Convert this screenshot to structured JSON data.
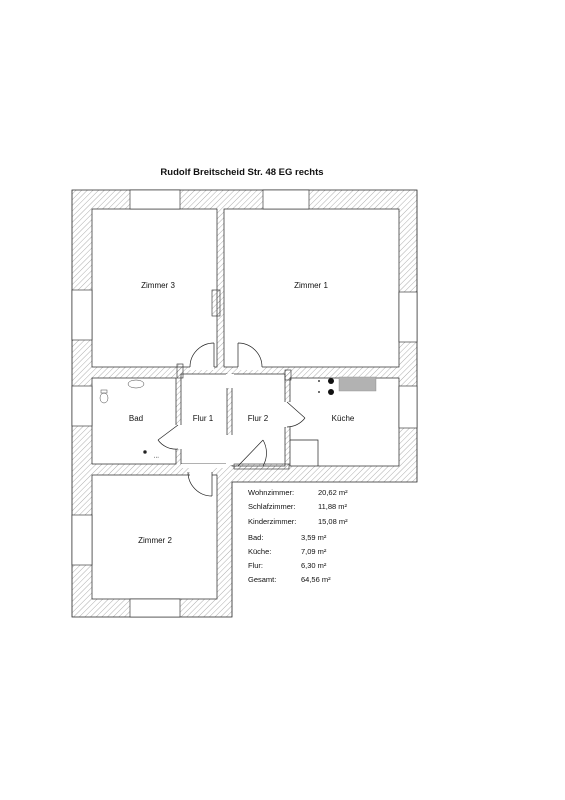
{
  "title": "Rudolf Breitscheid Str. 48 EG rechts",
  "rooms": {
    "zimmer3": "Zimmer 3",
    "zimmer1": "Zimmer 1",
    "zimmer2": "Zimmer 2",
    "bad": "Bad",
    "flur1": "Flur 1",
    "flur2": "Flur 2",
    "kueche": "Küche"
  },
  "areas": [
    {
      "label": "Wohnzimmer:",
      "value": "20,62 m²"
    },
    {
      "label": "Schlafzimmer:",
      "value": "11,88 m²"
    },
    {
      "label": "Kinderzimmer:",
      "value": "15,08 m²"
    },
    {
      "label": "Bad:",
      "value": "3,59 m²"
    },
    {
      "label": "Küche:",
      "value": "7,09 m²"
    },
    {
      "label": "Flur:",
      "value": "6,30 m²"
    },
    {
      "label": "Gesamt:",
      "value": "64,56 m²"
    }
  ],
  "colors": {
    "wall_line": "#222222",
    "hatch": "#777777",
    "stove_fill": "#aaaaaa"
  }
}
